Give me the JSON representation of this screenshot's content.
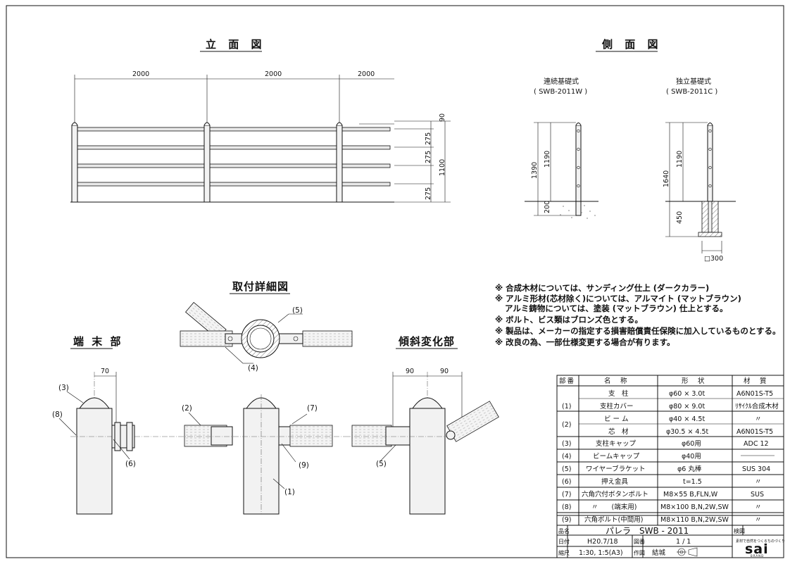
{
  "titles": {
    "elevation": "立 面 図",
    "side": "側 面 図",
    "detail": "取付詳細図",
    "end": "端 末 部",
    "slope": "傾斜変化部"
  },
  "elevation_dims": {
    "spans": [
      "2000",
      "2000",
      "2000"
    ],
    "vertical": [
      "90",
      "275",
      "275",
      "275"
    ],
    "total": "1100"
  },
  "side": {
    "continuous_name": "連続基礎式",
    "continuous_code": "( SWB-2011W )",
    "independent_name": "独立基礎式",
    "independent_code": "( SWB-2011C )",
    "w_total": "1390",
    "w_height": "1190",
    "w_depth": "200",
    "c_total": "1640",
    "c_height": "1190",
    "c_depth": "450",
    "c_foot": "□300"
  },
  "callouts": {
    "c1": "(1)",
    "c2": "(2)",
    "c3": "(3)",
    "c4": "(4)",
    "c5": "(5)",
    "c6": "(6)",
    "c7": "(7)",
    "c8": "(8)",
    "c9": "(9)"
  },
  "detail_dims": {
    "end_offset": "70",
    "slope_left": "90",
    "slope_right": "90"
  },
  "notes": [
    "※ 合成木材については、サンディング仕上 (ダークカラー)",
    "※ アルミ形材(芯材除く)については、アルマイト (マットブラウン)",
    "アルミ鋳物については、塗装 (マットブラウン) 仕上とする。",
    "※ ボルト、ビス類はブロンズ色とする。",
    "※ 製品は、メーカーの指定する損害賠償責任保険に加入しているものとする。",
    "※ 改良の為、一部仕様変更する場合が有ります。"
  ],
  "parts_table": {
    "headers": [
      "部番",
      "名　称",
      "形　状",
      "材　質"
    ],
    "rows": [
      {
        "no": "(1)",
        "name": "支　柱",
        "shape": "φ60 × 3.0t",
        "material": "A6N01S-T5"
      },
      {
        "no": "",
        "name": "支柱カバー",
        "shape": "φ80 × 9.0t",
        "material": "ﾘｻｲｸﾙ合成木材"
      },
      {
        "no": "(2)",
        "name": "ビ ー ム",
        "shape": "φ40 × 4.5t",
        "material": "〃"
      },
      {
        "no": "",
        "name": "芯　材",
        "shape": "φ30.5 × 4.5t",
        "material": "A6N01S-T5"
      },
      {
        "no": "(3)",
        "name": "支柱キャップ",
        "shape": "φ60用",
        "material": "ADC 12"
      },
      {
        "no": "(4)",
        "name": "ビームキャップ",
        "shape": "φ40用",
        "material": ""
      },
      {
        "no": "(5)",
        "name": "ワイヤーブラケット",
        "shape": "φ6 丸棒",
        "material": "SUS 304"
      },
      {
        "no": "(6)",
        "name": "押え金具",
        "shape": "t=1.5",
        "material": "〃"
      },
      {
        "no": "(7)",
        "name": "六角穴付ボタンボルト",
        "shape": "M8×55 B,FLN,W",
        "material": "SUS"
      },
      {
        "no": "(8)",
        "name": "〃　　(端末用)",
        "shape": "M8×100 B,N,2W,SW",
        "material": "〃"
      },
      {
        "no": "(9)",
        "name": "六角ボルト(中間用)",
        "shape": "M8×110 B,N,2W,SW",
        "material": "〃"
      }
    ]
  },
  "title_block": {
    "label_product": "品名",
    "product": "パレラ　SWB - 2011",
    "label_check": "検図",
    "label_date": "日付",
    "date": "H20.7/18",
    "label_number": "図番",
    "number": "1 / 1",
    "label_scale": "縮尺",
    "scale": "1:30, 1:5(A3)",
    "label_author": "作図",
    "author": "結城",
    "brand_tagline": "素材で自然をつくるちのづくり",
    "brand_logo": "sai",
    "brand_sub": "BRAND"
  }
}
